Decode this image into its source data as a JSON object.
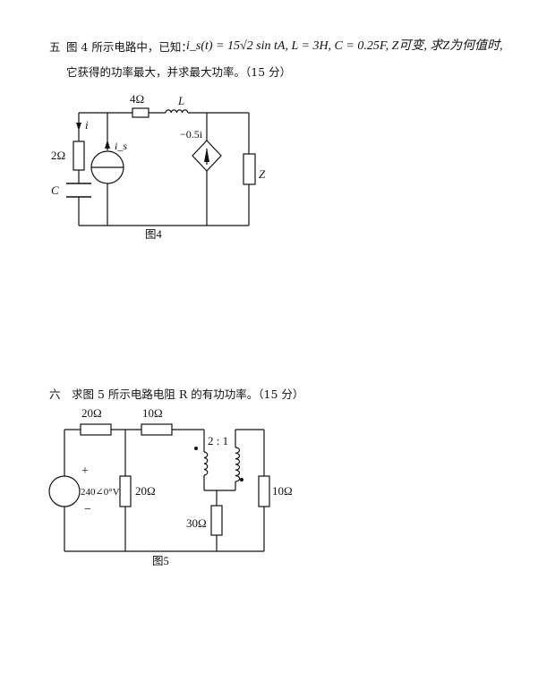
{
  "q5": {
    "number": "五",
    "line1": "图 4 所示电路中，已知：",
    "formula": "i_s(t) = 15√2 sin tA, L = 3H, C = 0.25F, Z可变, 求Z为何值时,",
    "line2": "它获得的功率最大，并求最大功率。（15 分）",
    "fig_caption": "图4",
    "labels": {
      "r4": "4Ω",
      "L": "L",
      "i": "i",
      "is": "i_s",
      "r2": "2Ω",
      "C": "C",
      "dep": "−0.5i",
      "Z": "Z"
    }
  },
  "q6": {
    "number": "六",
    "text": "求图 5 所示电路电阻 R 的有功功率。（15 分）",
    "fig_caption": "图5",
    "labels": {
      "r20a": "20Ω",
      "r10a": "10Ω",
      "ratio": "2 : 1",
      "plus": "+",
      "source": "240∠0°V",
      "minus": "−",
      "r20b": "20Ω",
      "r10b": "10Ω",
      "r30": "30Ω"
    }
  }
}
